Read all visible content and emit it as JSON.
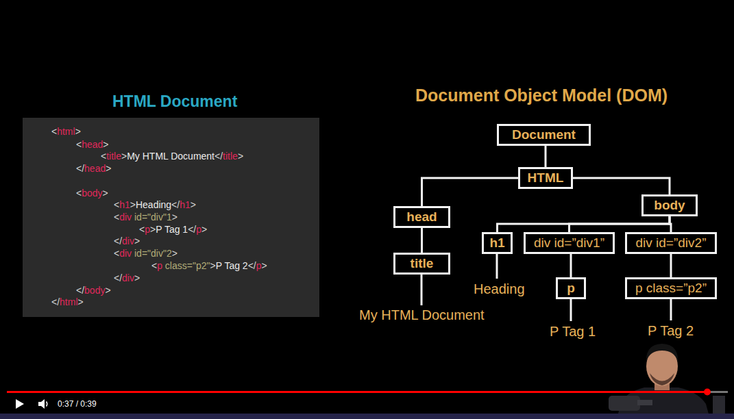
{
  "diagram": {
    "title": "Document Object Model (DOM)",
    "nodes": [
      {
        "text": [
          "HTML Document",
          "<html>",
          "<head>",
          "<title>My HTML Document</title>",
          "</head>",
          "<body>",
          "<h1>Heading</h1>",
          "<div id=\"div\"1>",
          "<p>P Tag 1</p>",
          "</div>",
          "<div id=\"div\"2>",
          "<p class=\"p2\">P Tag 2</p>",
          "</div>",
          "</body>",
          "</html>"
        ]
      },
      {
        "text": [
          "Document"
        ]
      },
      {
        "text": [
          "HTML"
        ]
      },
      {
        "text": [
          "head"
        ]
      },
      {
        "text": [
          "body"
        ]
      },
      {
        "text": [
          "title"
        ]
      },
      {
        "text": [
          "h1"
        ]
      },
      {
        "text": [
          "div id=”div1”"
        ]
      },
      {
        "text": [
          "div id=”div2”"
        ]
      },
      {
        "text": [
          "p"
        ]
      },
      {
        "text": [
          "p class=”p2”"
        ]
      }
    ],
    "edges": [
      {
        "from": 1,
        "to": 2,
        "arrow": "none"
      },
      {
        "from": 2,
        "to": 3,
        "arrow": "none"
      },
      {
        "from": 2,
        "to": 4,
        "arrow": "none"
      },
      {
        "from": 3,
        "to": 5,
        "arrow": "none"
      },
      {
        "from": 4,
        "to": 6,
        "arrow": "none"
      },
      {
        "from": 4,
        "to": 7,
        "arrow": "none"
      },
      {
        "from": 4,
        "to": 8,
        "arrow": "none"
      },
      {
        "from": 7,
        "to": 9,
        "arrow": "none"
      },
      {
        "from": 8,
        "to": 10,
        "arrow": "none"
      }
    ],
    "labels": [
      "My HTML Document",
      "Heading",
      "P Tag 1",
      "P Tag 2",
      "0:37 / 0:39"
    ]
  }
}
